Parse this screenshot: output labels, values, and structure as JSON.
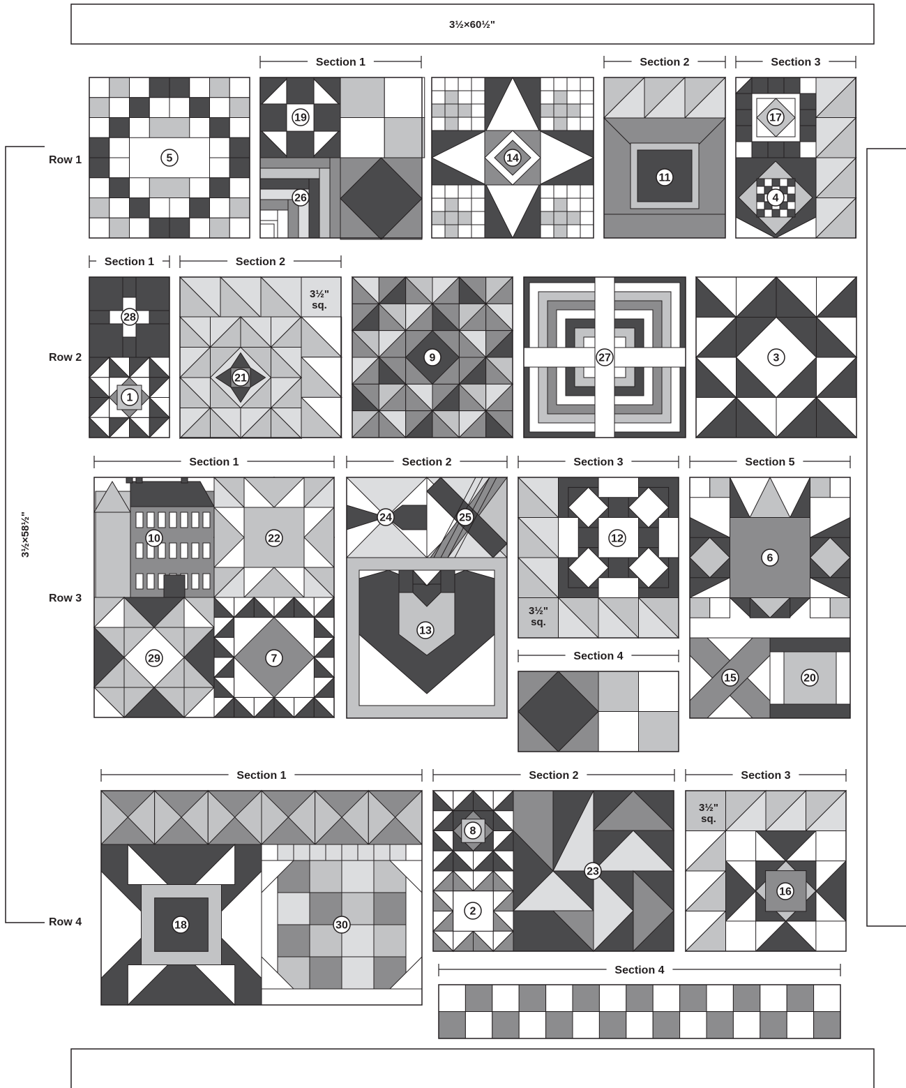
{
  "border_top": "3½×60½\"",
  "border_side": "3½×58½\"",
  "row_labels": [
    "Row 1",
    "Row 2",
    "Row 3",
    "Row 4"
  ],
  "section_labels": {
    "r1s1": "Section 1",
    "r1s2": "Section 2",
    "r1s3": "Section 3",
    "r2s1": "Section 1",
    "r2s2": "Section 2",
    "r3s1": "Section 1",
    "r3s2": "Section 2",
    "r3s3": "Section 3",
    "r3s4": "Section 4",
    "r3s5": "Section 5",
    "r4s1": "Section 1",
    "r4s2": "Section 2",
    "r4s3": "Section 3",
    "r4s4": "Section 4"
  },
  "square_note": [
    "3½\"",
    "sq."
  ],
  "block_numbers": [
    "1",
    "2",
    "3",
    "4",
    "5",
    "6",
    "7",
    "8",
    "9",
    "10",
    "11",
    "12",
    "13",
    "14",
    "15",
    "16",
    "17",
    "18",
    "19",
    "20",
    "21",
    "22",
    "23",
    "24",
    "25",
    "26",
    "27",
    "28",
    "29",
    "30"
  ],
  "colors": {
    "dark": "#4a4a4c",
    "medium": "#8c8c8e",
    "light": "#c2c3c5",
    "lighter": "#dcdddf",
    "white": "#ffffff",
    "line": "#231f20"
  }
}
